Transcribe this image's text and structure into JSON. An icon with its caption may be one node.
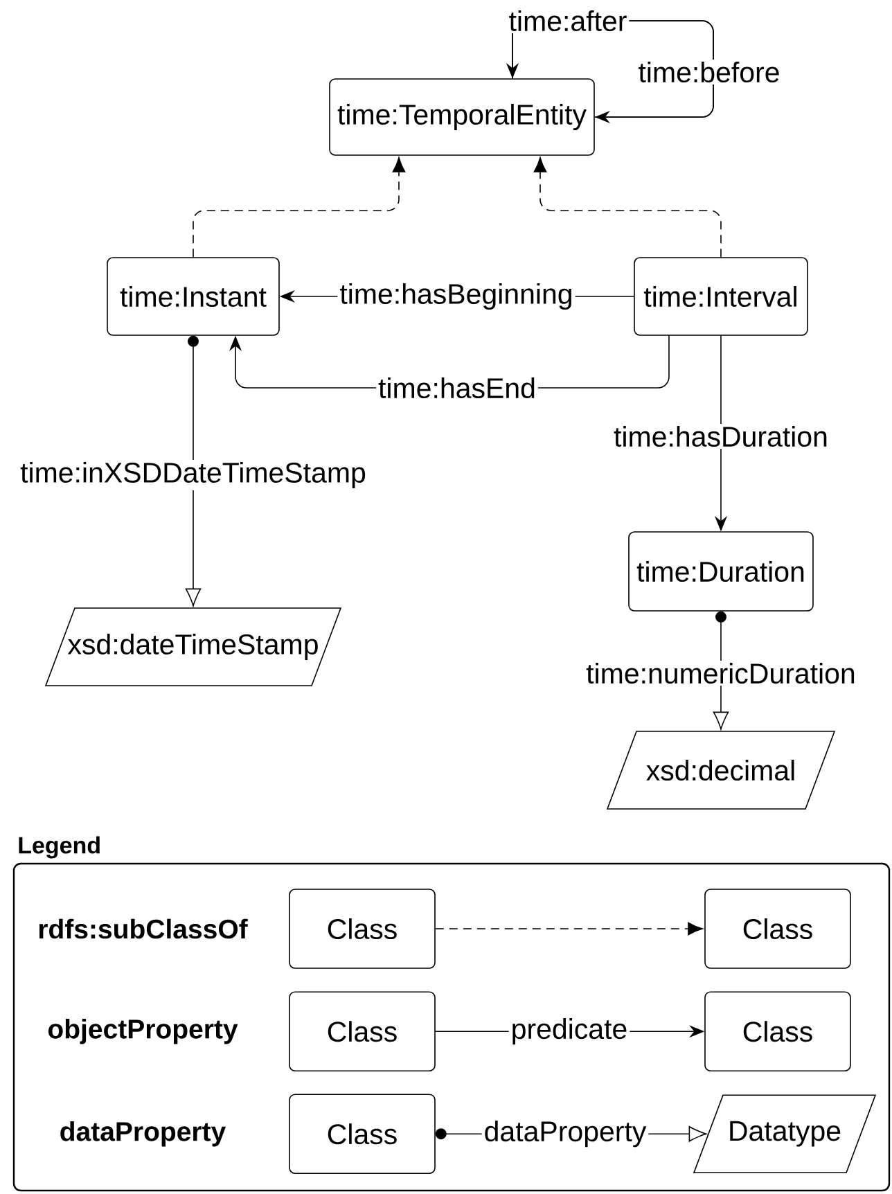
{
  "diagram": {
    "nodes": [
      {
        "text": [
          "time:TemporalEntity"
        ]
      },
      {
        "text": [
          "time:Instant"
        ]
      },
      {
        "text": [
          "time:Interval"
        ]
      },
      {
        "text": [
          "time:Duration"
        ]
      },
      {
        "text": [
          "xsd:dateTimeStamp"
        ]
      },
      {
        "text": [
          "xsd:decimal"
        ]
      },
      {
        "text": [
          "Legend"
        ]
      },
      {
        "text": [
          "Class"
        ],
        "in": 6
      },
      {
        "text": [
          "Class"
        ],
        "in": 6
      },
      {
        "text": [
          "Class"
        ],
        "in": 6
      },
      {
        "text": [
          "Class"
        ],
        "in": 6
      },
      {
        "text": [
          "Class"
        ],
        "in": 6
      },
      {
        "text": [
          "Datatype"
        ],
        "in": 6
      }
    ],
    "edges": [
      {
        "from": 0,
        "to": 0,
        "arrow": "to",
        "label": "time:after"
      },
      {
        "from": 0,
        "to": 0,
        "arrow": "to",
        "label": "time:before"
      },
      {
        "from": 1,
        "to": 0,
        "arrow": "to",
        "style": "dashed"
      },
      {
        "from": 2,
        "to": 0,
        "arrow": "to",
        "style": "dashed"
      },
      {
        "from": 2,
        "to": 1,
        "arrow": "to",
        "label": "time:hasBeginning"
      },
      {
        "from": 2,
        "to": 1,
        "arrow": "to",
        "label": "time:hasEnd"
      },
      {
        "from": 2,
        "to": 3,
        "arrow": "to",
        "label": "time:hasDuration"
      },
      {
        "from": 1,
        "to": 4,
        "arrow": "to",
        "label": "time:inXSDDateTimeStamp"
      },
      {
        "from": 3,
        "to": 5,
        "arrow": "to",
        "label": "time:numericDuration"
      },
      {
        "from": 7,
        "to": 8,
        "arrow": "to",
        "style": "dashed"
      },
      {
        "from": 9,
        "to": 10,
        "arrow": "to",
        "label": "predicate"
      },
      {
        "from": 11,
        "to": 12,
        "arrow": "to",
        "label": "dataProperty"
      }
    ],
    "labels": [
      "rdfs:subClassOf",
      "objectProperty",
      "dataProperty"
    ]
  }
}
